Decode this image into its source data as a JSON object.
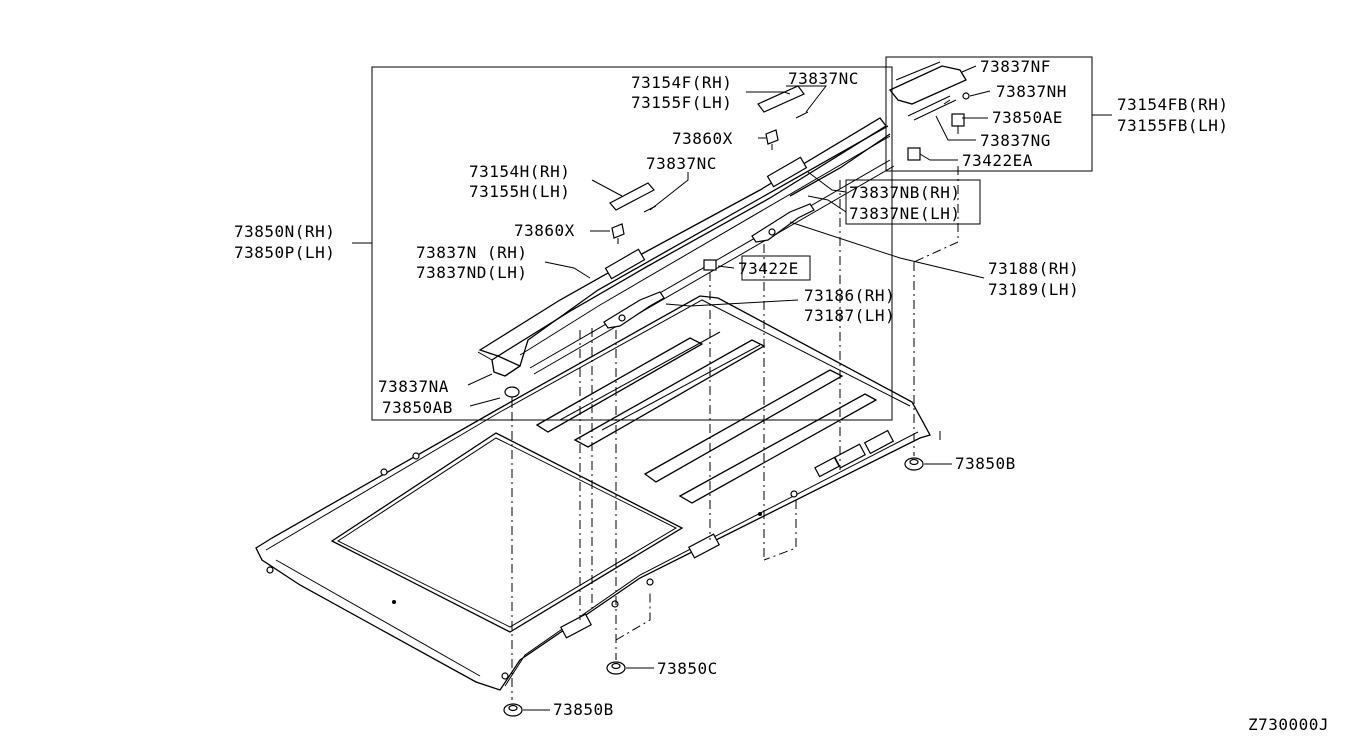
{
  "labels": {
    "p73154F": "73154F(RH)",
    "p73155F": "73155F(LH)",
    "p73837NC_a": "73837NC",
    "p73860X_a": "73860X",
    "p73154H": "73154H(RH)",
    "p73155H": "73155H(LH)",
    "p73837NC_b": "73837NC",
    "p73850N": "73850N(RH)",
    "p73850P": "73850P(LH)",
    "p73860X_b": "73860X",
    "p73837N": "73837N (RH)",
    "p73837ND": "73837ND(LH)",
    "p73837NA": "73837NA",
    "p73850AB": "73850AB",
    "p73837NF": "73837NF",
    "p73837NH": "73837NH",
    "p73850AE": "73850AE",
    "p73837NG": "73837NG",
    "p73422EA": "73422EA",
    "p73154FB": "73154FB(RH)",
    "p73155FB": "73155FB(LH)",
    "p73837NB": "73837NB(RH)",
    "p73837NE": "73837NE(LH)",
    "p73422E": "73422E",
    "p73188": "73188(RH)",
    "p73189": "73189(LH)",
    "p73186": "73186(RH)",
    "p73187": "73187(LH)",
    "p73850B_a": "73850B",
    "p73850C": "73850C",
    "p73850B_b": "73850B",
    "diagram_code": "Z730000J"
  }
}
